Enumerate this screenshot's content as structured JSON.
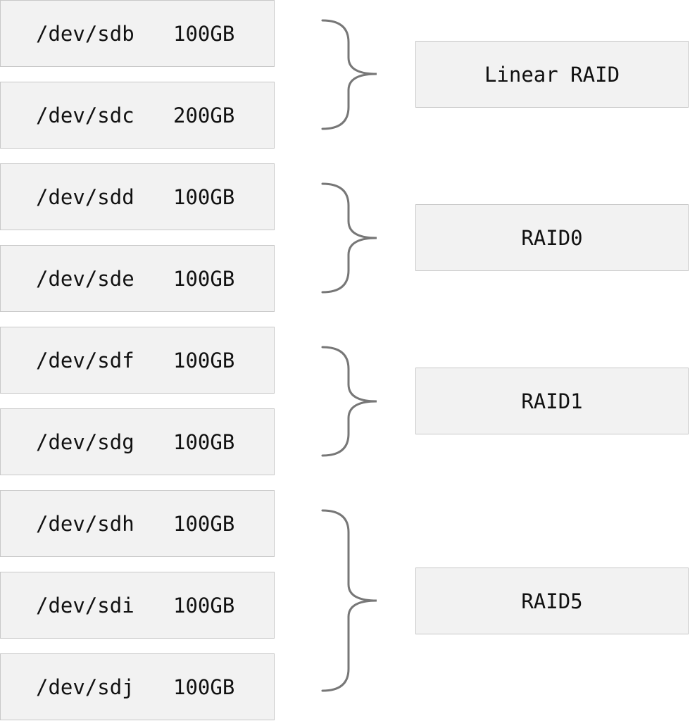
{
  "groups": [
    {
      "raid": "Linear RAID",
      "disks": [
        {
          "dev": "/dev/sdb",
          "size": "100GB"
        },
        {
          "dev": "/dev/sdc",
          "size": "200GB"
        }
      ]
    },
    {
      "raid": "RAID0",
      "disks": [
        {
          "dev": "/dev/sdd",
          "size": "100GB"
        },
        {
          "dev": "/dev/sde",
          "size": "100GB"
        }
      ]
    },
    {
      "raid": "RAID1",
      "disks": [
        {
          "dev": "/dev/sdf",
          "size": "100GB"
        },
        {
          "dev": "/dev/sdg",
          "size": "100GB"
        }
      ]
    },
    {
      "raid": "RAID5",
      "disks": [
        {
          "dev": "/dev/sdh",
          "size": "100GB"
        },
        {
          "dev": "/dev/sdi",
          "size": "100GB"
        },
        {
          "dev": "/dev/sdj",
          "size": "100GB"
        }
      ]
    }
  ],
  "colors": {
    "box_fill": "#f2f2f2",
    "box_border": "#c8c8c8",
    "brace_stroke": "#777777",
    "text": "#111111"
  }
}
